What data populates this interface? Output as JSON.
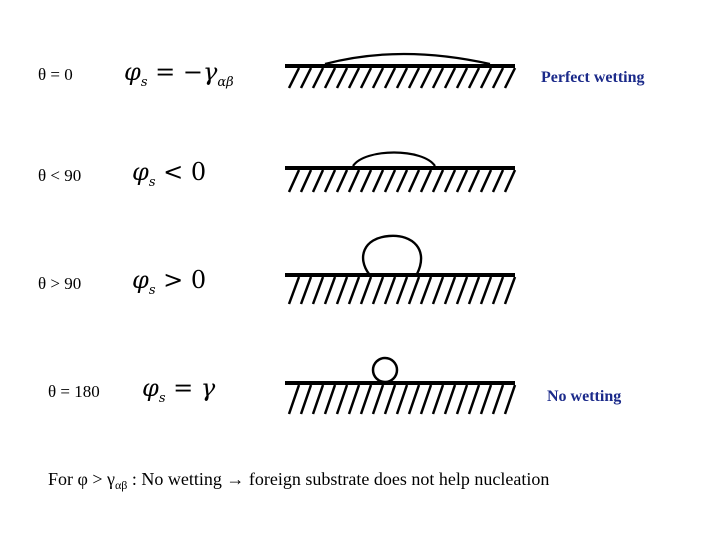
{
  "rows": [
    {
      "theta": "θ = 0",
      "phi": "φ",
      "phi_sub": "s",
      "operator": "= −",
      "rhs": "γ",
      "rhs_sub": "αβ",
      "side_label": "Perfect wetting",
      "droplet": "perfect-wetting-film"
    },
    {
      "theta": "θ < 90",
      "phi": "φ",
      "phi_sub": "s",
      "operator": "<",
      "rhs": "0",
      "rhs_sub": "",
      "side_label": "",
      "droplet": "low-angle-cap"
    },
    {
      "theta": "θ > 90",
      "phi": "φ",
      "phi_sub": "s",
      "operator": ">",
      "rhs": "0",
      "rhs_sub": "",
      "side_label": "",
      "droplet": "high-angle-drop"
    },
    {
      "theta": "θ = 180",
      "phi": "φ",
      "phi_sub": "s",
      "operator": "=",
      "rhs": "γ",
      "rhs_sub": "",
      "side_label": "No wetting",
      "droplet": "sphere-no-wetting"
    }
  ],
  "footer": {
    "prefix": "For φ > γ",
    "sub": "αβ",
    "suffix": " : No wetting",
    "arrow": "→",
    "conclusion": " foreign substrate does not help nucleation"
  },
  "colors": {
    "label": "#1b2a8a",
    "ink": "#000000"
  }
}
